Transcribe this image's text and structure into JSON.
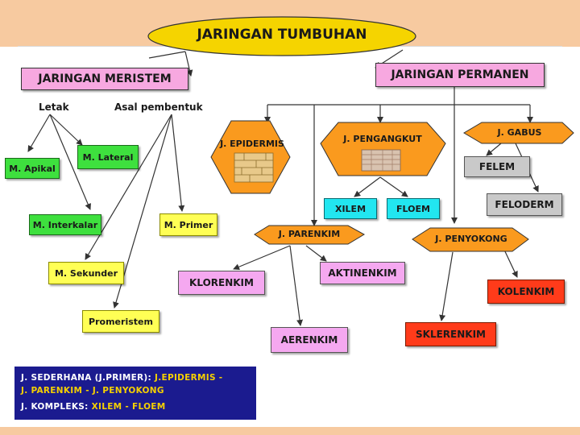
{
  "title": "JARINGAN TUMBUHAN",
  "meristem": {
    "label": "JARINGAN MERISTEM",
    "criteria": {
      "letak": "Letak",
      "asal": "Asal pembentuk"
    },
    "apikal": "M. Apikal",
    "lateral": "M. Lateral",
    "interkalar": "M. Interkalar",
    "primer": "M. Primer",
    "sekunder": "M. Sekunder",
    "promeristem": "Promeristem"
  },
  "permanen": {
    "label": "JARINGAN PERMANEN",
    "epidermis": "J. EPIDERMIS",
    "pengangkut": "J. PENGANGKUT",
    "gabus": "J. GABUS",
    "felem": "FELEM",
    "feloderm": "FELODERM",
    "xilem": "XILEM",
    "floem": "FLOEM",
    "parenkim": "J. PARENKIM",
    "penyokong": "J. PENYOKONG",
    "klorenkim": "KLORENKIM",
    "aktinenkim": "AKTINENKIM",
    "aerenkim": "AERENKIM",
    "sklerenkim": "SKLERENKIM",
    "kolenkim": "KOLENKIM"
  },
  "legend": {
    "line1_label": "J. SEDERHANA (J.PRIMER): ",
    "line1_value": "J.EPIDERMIS -",
    "line2_value": "J. PARENKIM - J. PENYOKONG",
    "line3_label": "J. KOMPLEKS: ",
    "line3_value": "XILEM - FLOEM"
  },
  "colors": {
    "title_oval": "#f5d400",
    "meristem_box": "#f7a8e0",
    "green": "#3ee03e",
    "yellow": "#ffff55",
    "orange_hex": "#fa9a1e",
    "cyan": "#22e6f0",
    "gray": "#c9c9c9",
    "pink": "#f5a8f0",
    "red": "#ff3b1a",
    "legend_bg": "#1b1b8f"
  }
}
